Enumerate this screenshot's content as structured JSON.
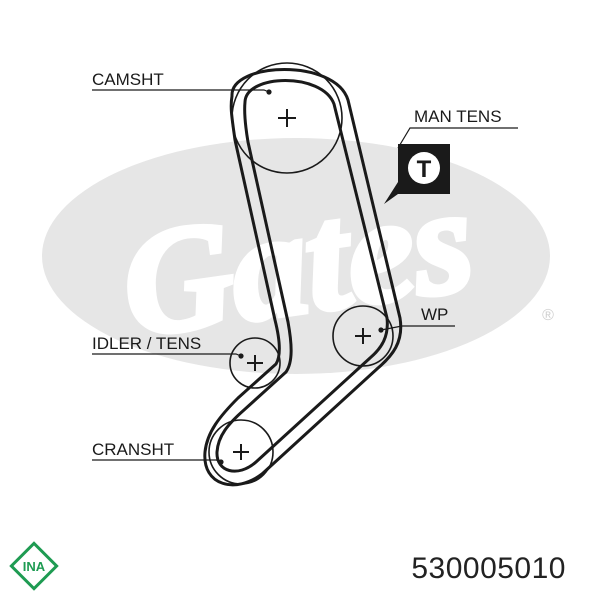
{
  "labels": {
    "camshaft": "CAMSHT",
    "tensioner_manual": "MAN TENS",
    "water_pump": "WP",
    "idler": "IDLER / TENS",
    "crankshaft": "CRANSHT",
    "tensioner_symbol": "T"
  },
  "watermark": {
    "brand": "Gates",
    "registered_mark": "®"
  },
  "logo": {
    "brand": "INA"
  },
  "part_number": "530005010",
  "colors": {
    "ink": "#1a1a1a",
    "watermark": "#e6e6e6",
    "watermark_text": "#ffffff",
    "logo_green": "#1e9b52"
  }
}
